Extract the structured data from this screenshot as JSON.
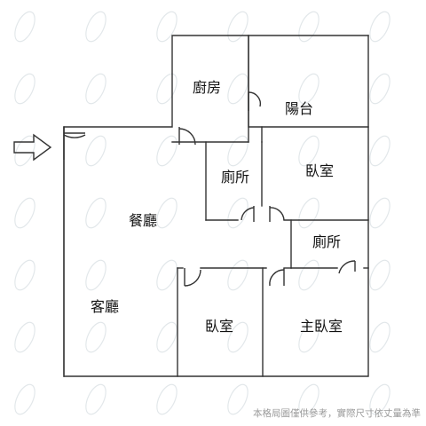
{
  "rooms": {
    "kitchen": "廚房",
    "balcony": "陽台",
    "toilet_1": "廁所",
    "bedroom_1": "臥室",
    "dining": "餐廳",
    "toilet_2": "廁所",
    "living": "客廳",
    "bedroom_2": "臥室",
    "master_bedroom": "主臥室"
  },
  "disclaimer": "本格局圖僅供參考，實際尺寸依丈量為準",
  "colors": {
    "wall": "#333333",
    "text": "#111111",
    "watermark": "#d7dee2",
    "disclaimer": "#9a9a9a"
  },
  "icons": {
    "entrance": "arrow-right-icon",
    "door": "door-swing-icon"
  }
}
